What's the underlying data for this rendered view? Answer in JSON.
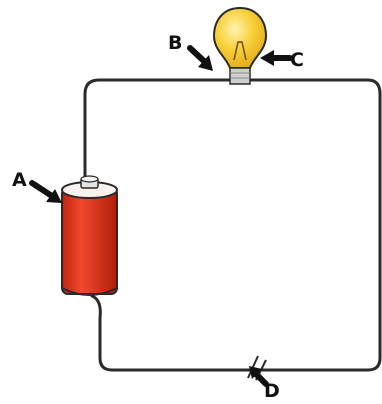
{
  "labels": {
    "a": "A",
    "b": "B",
    "c": "C",
    "d": "D"
  },
  "components": {
    "battery": "battery-icon",
    "bulb": "light-bulb-icon",
    "wire": "wire",
    "break": "wire-gap"
  },
  "colors": {
    "battery_body": "#e8321c",
    "battery_dark": "#b0200f",
    "bulb_glass": "#f7cf38",
    "bulb_base": "#c9c9c9",
    "wire": "#2a2a2a",
    "arrow": "#111111"
  }
}
